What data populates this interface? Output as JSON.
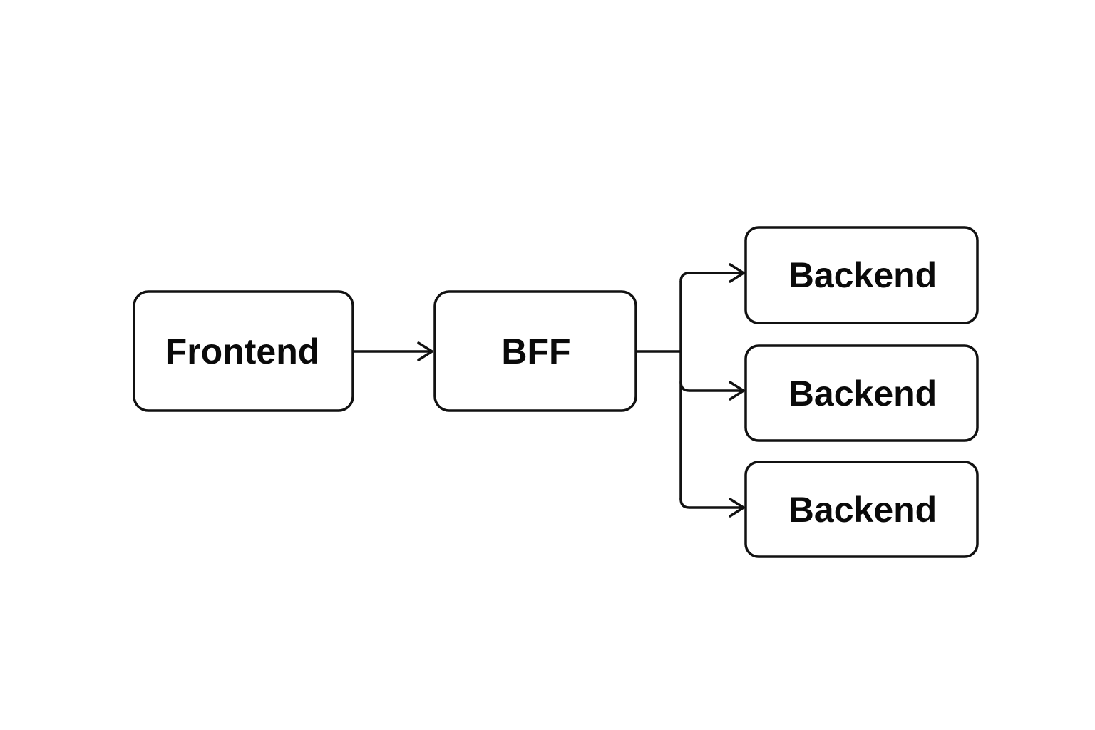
{
  "nodes": {
    "frontend": {
      "label": "Frontend"
    },
    "bff": {
      "label": "BFF"
    },
    "backend_1": {
      "label": "Backend"
    },
    "backend_2": {
      "label": "Backend"
    },
    "backend_3": {
      "label": "Backend"
    }
  },
  "edges": [
    {
      "from": "frontend",
      "to": "bff"
    },
    {
      "from": "bff",
      "to": "backend_1"
    },
    {
      "from": "bff",
      "to": "backend_2"
    },
    {
      "from": "bff",
      "to": "backend_3"
    }
  ],
  "colors": {
    "stroke": "#111111",
    "text": "#0a0a0a",
    "background": "#ffffff"
  }
}
